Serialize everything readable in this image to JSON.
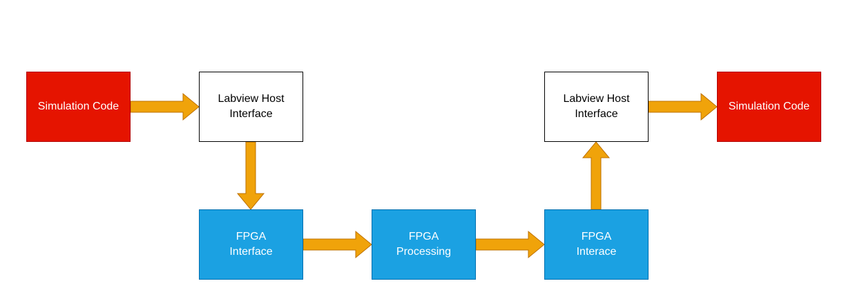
{
  "diagram": {
    "colors": {
      "red_fill": "#e51400",
      "blue_fill": "#1ba1e2",
      "arrow_fill": "#f0a30a",
      "arrow_stroke": "#bd7000"
    },
    "nodes": {
      "sim_left": {
        "label": "Simulation Code"
      },
      "host_left": {
        "label": "Labview Host\nInterface"
      },
      "fpga_interface": {
        "label": "FPGA\nInterface"
      },
      "fpga_processing": {
        "label": "FPGA\nProcessing"
      },
      "fpga_interace": {
        "label": "FPGA\nInterace"
      },
      "host_right": {
        "label": "Labview Host\nInterface"
      },
      "sim_right": {
        "label": "Simulation Code"
      }
    }
  }
}
